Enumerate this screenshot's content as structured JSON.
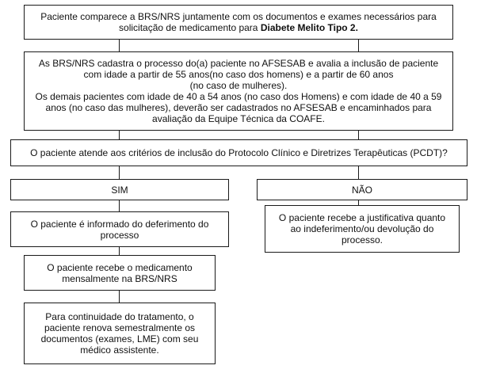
{
  "flow": {
    "box1": {
      "line1": "Paciente comparece a BRS/NRS juntamente com os documentos e exames necessários para",
      "line2_prefix": "solicitação de medicamento para ",
      "line2_bold": "Diabete Melito Tipo 2."
    },
    "box2": {
      "lines": [
        "As BRS/NRS  cadastra o processo do(a) paciente no AFSESAB e avalia a inclusão de paciente",
        "com idade a partir de 55 anos(no caso dos homens) e a partir de 60 anos",
        "(no caso de mulheres).",
        "Os demais pacientes com idade de 40 a 54 anos (no caso dos Homens) e com idade de 40 a 59",
        "anos (no caso das mulheres), deverão ser cadastrados no AFSESAB e encaminhados para",
        "avaliação da Equipe Técnica da COAFE."
      ]
    },
    "box3": {
      "text": "O paciente atende aos critérios de inclusão do Protocolo Clínico e Diretrizes Terapêuticas (PCDT)?"
    },
    "yes": {
      "label": "SIM"
    },
    "no": {
      "label": "NÃO"
    },
    "yes_steps": [
      {
        "lines": [
          "O paciente é informado do deferimento do",
          "processo"
        ]
      },
      {
        "lines": [
          "O paciente recebe o medicamento",
          "mensalmente na BRS/NRS"
        ]
      },
      {
        "lines": [
          "Para continuidade do tratamento, o",
          "paciente renova semestralmente os",
          "documentos (exames, LME) com seu",
          "médico assistente."
        ]
      }
    ],
    "no_step": {
      "lines": [
        "O paciente recebe a justificativa quanto",
        "ao indeferimento/ou devolução do",
        "processo."
      ]
    }
  }
}
